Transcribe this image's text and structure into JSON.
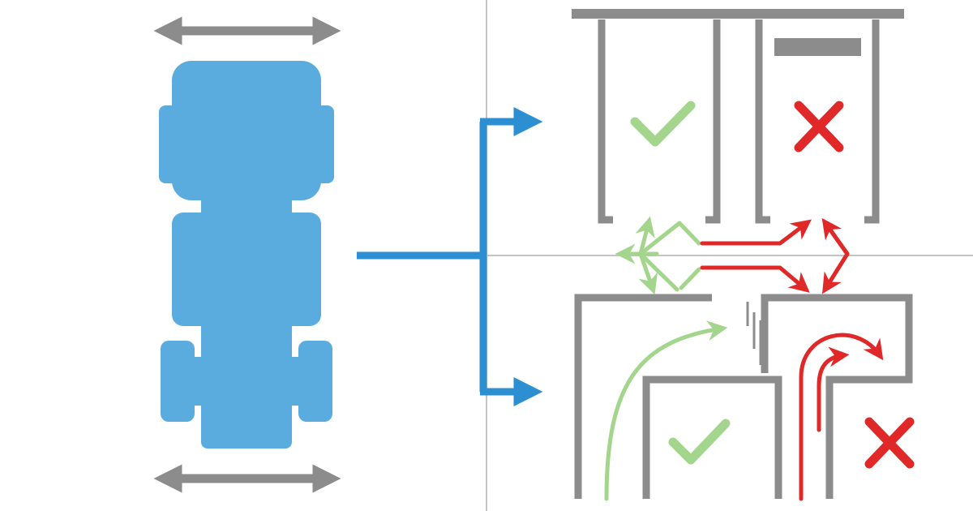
{
  "colors": {
    "background": "#ffffff",
    "vehicle": "#5aabde",
    "connector": "#2b8fd2",
    "wall": "#8c8c8c",
    "divider": "#c4c4c4",
    "allowed": "#a3d68c",
    "forbidden": "#e02828"
  },
  "icons": {
    "vehicle": "truck-top-view-icon",
    "width_arrow": "double-headed-arrow-icon",
    "allowed": "checkmark-icon",
    "forbidden": "x-mark-icon"
  },
  "scenarios": [
    {
      "id": "parallel-bays",
      "allowed_mark": "check",
      "forbidden_mark": "cross"
    },
    {
      "id": "corner-turn",
      "allowed_mark": "check",
      "forbidden_mark": "cross"
    }
  ]
}
